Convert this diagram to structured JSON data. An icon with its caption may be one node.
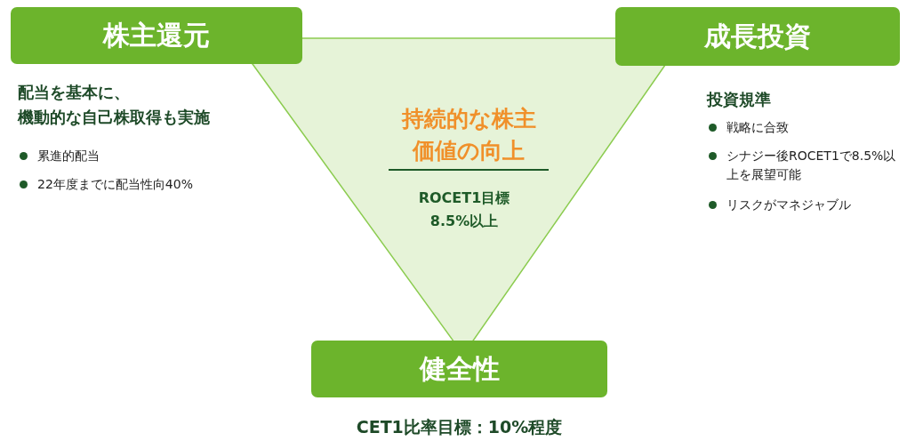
{
  "diagram": {
    "nodes": [
      {
        "text": [
          "株主還元"
        ],
        "beside": [
          "配当を基本に、機動的な自己株取得も実施",
          "累進的配当",
          "22年度までに配当性向40%"
        ]
      },
      {
        "text": [
          "成長投資"
        ],
        "beside": [
          "投資規準",
          "戦略に合致",
          "シナジー後ROCET1で8.5%以上を展望可能",
          "リスクがマネジャブル"
        ]
      },
      {
        "text": [
          "健全性"
        ],
        "beside": [
          "CET1比率目標：10%程度"
        ]
      },
      {
        "text": [
          "持続的な株主価値の向上",
          "ROCET1目標8.5%以上"
        ]
      }
    ],
    "edges": []
  }
}
